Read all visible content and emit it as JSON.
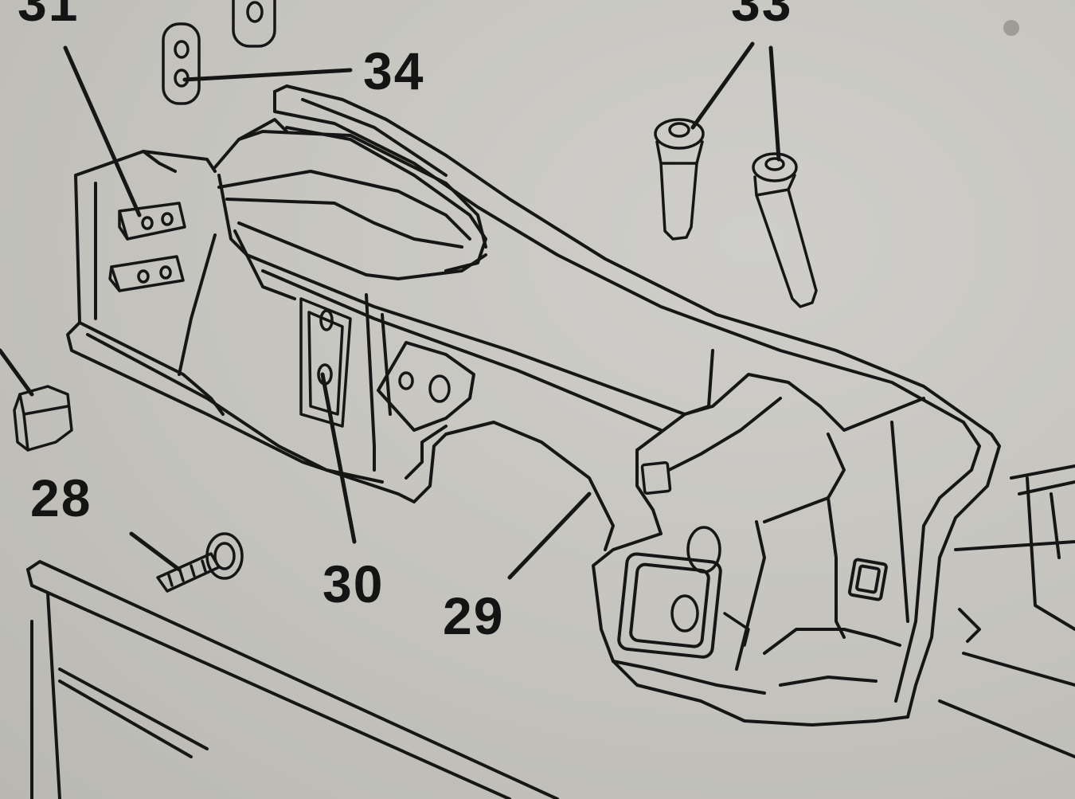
{
  "diagram": {
    "callouts": {
      "c31": "31",
      "c33": "33",
      "c34": "34",
      "c28": "28",
      "c30": "30",
      "c29": "29"
    }
  },
  "colors": {
    "paper": "#c7c6c0",
    "ink": "#141414"
  }
}
